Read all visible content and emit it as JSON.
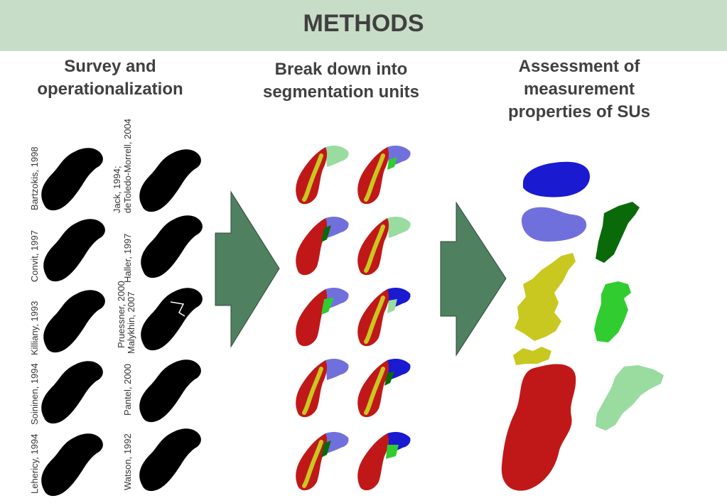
{
  "banner": {
    "title": "METHODS",
    "color": "#c8ddc7"
  },
  "columns": [
    {
      "title": "Survey and\noperationalization"
    },
    {
      "title": "Break down into\nsegmentation units"
    },
    {
      "title": "Assessment of\nmeasurement\nproperties of SUs"
    }
  ],
  "protocols": [
    "Bartzokis, 1998",
    "Convit, 1997",
    "Killiany, 1993",
    "Soininen, 1994",
    "Lehericy, 1994",
    "Jack, 1994;",
    "deToledo-Morrell, 2004",
    "Haller, 1997",
    "Pruessner, 2000",
    "Malykhin, 2007",
    "Pantel, 2000",
    "Watson, 1992"
  ],
  "colors": {
    "arrow": "#4f8060",
    "red": "#c01818",
    "yellow": "#c8c820",
    "blue": "#1a1ad0",
    "light_blue": "#7070dd",
    "dark_green": "#0a6a0a",
    "green": "#30cc30",
    "light_green": "#9adba0"
  }
}
